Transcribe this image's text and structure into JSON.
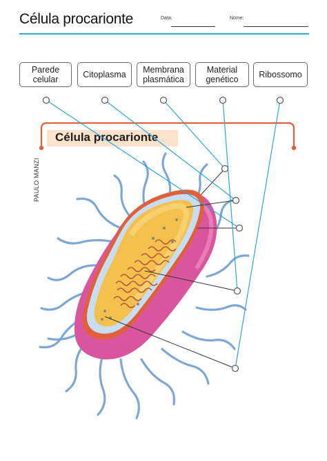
{
  "worksheet": {
    "title": "Célula procarionte",
    "date_label": "Data:",
    "name_label": "Nome:"
  },
  "labels": [
    {
      "text": "Parede\ncelular"
    },
    {
      "text": "Citoplasma"
    },
    {
      "text": "Membrana\nplasmática"
    },
    {
      "text": "Material\ngenético"
    },
    {
      "text": "Ribossomo"
    }
  ],
  "figure": {
    "title": "Célula procarionte",
    "credit": "PAULO MANZI"
  },
  "colors": {
    "accent": "#29a8df",
    "connector": "#2ea3dc",
    "title_bar": "#fbe3cb",
    "bracket": "#e0603c",
    "cell_wall": "#d9569e",
    "membrane": "#b8d6ea",
    "cytoplasm": "#f5c14e",
    "flagella": "#7fa7d4"
  }
}
